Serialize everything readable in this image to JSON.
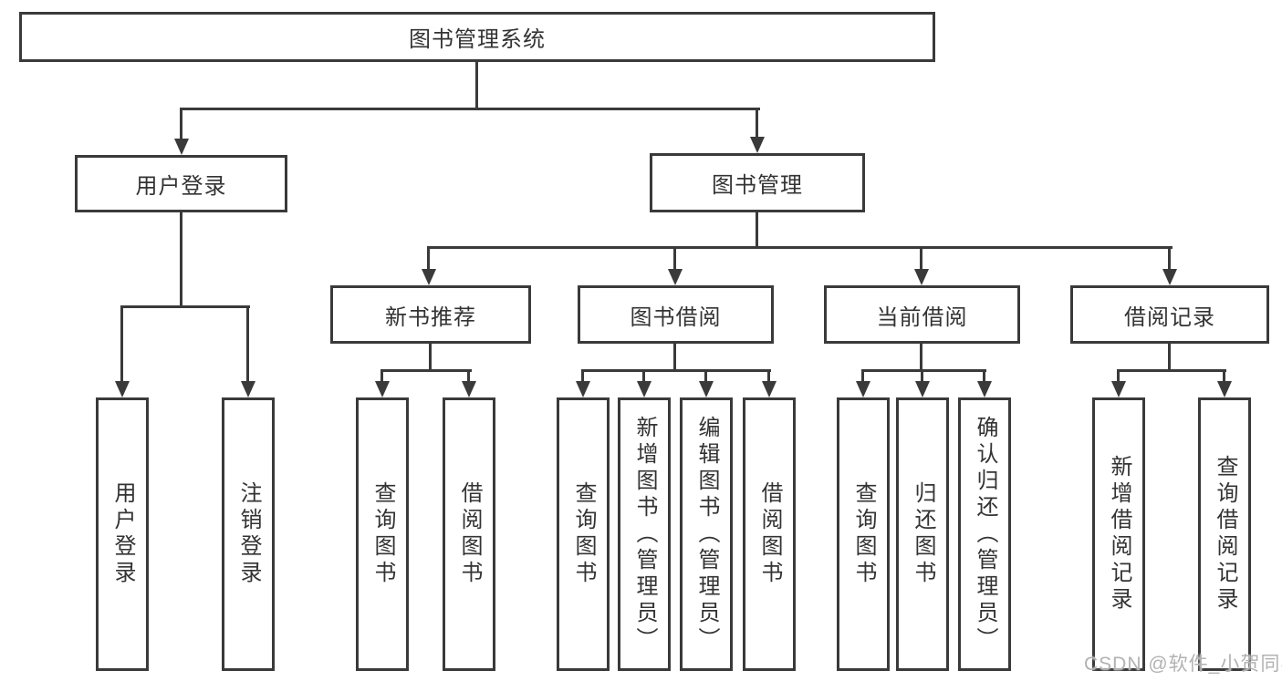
{
  "diagram": {
    "type": "hierarchy-functional-structure",
    "root": {
      "label": "图书管理系统"
    },
    "level2": [
      {
        "label": "用户登录"
      },
      {
        "label": "图书管理"
      }
    ],
    "level3": [
      {
        "label": "新书推荐",
        "parent": "图书管理"
      },
      {
        "label": "图书借阅",
        "parent": "图书管理"
      },
      {
        "label": "当前借阅",
        "parent": "图书管理"
      },
      {
        "label": "借阅记录",
        "parent": "图书管理"
      }
    ],
    "level4": [
      {
        "label": "用户登录",
        "parent": "用户登录"
      },
      {
        "label": "注销登录",
        "parent": "用户登录"
      },
      {
        "label": "查询图书",
        "parent": "新书推荐"
      },
      {
        "label": "借阅图书",
        "parent": "新书推荐"
      },
      {
        "label": "查询图书",
        "parent": "图书借阅"
      },
      {
        "label": "新增图书（管理员）",
        "parent": "图书借阅"
      },
      {
        "label": "编辑图书（管理员）",
        "parent": "图书借阅"
      },
      {
        "label": "借阅图书",
        "parent": "图书借阅"
      },
      {
        "label": "查询图书",
        "parent": "当前借阅"
      },
      {
        "label": "归还图书",
        "parent": "当前借阅"
      },
      {
        "label": "确认归还（管理员）",
        "parent": "当前借阅"
      },
      {
        "label": "新增借阅记录",
        "parent": "借阅记录"
      },
      {
        "label": "查询借阅记录",
        "parent": "借阅记录"
      }
    ],
    "colors": {
      "line": "#3a3a3a",
      "text": "#333333",
      "background": "#ffffff",
      "watermark": "#b2b2b2"
    }
  },
  "watermark": {
    "text": "CSDN @软件_小贺同学"
  }
}
